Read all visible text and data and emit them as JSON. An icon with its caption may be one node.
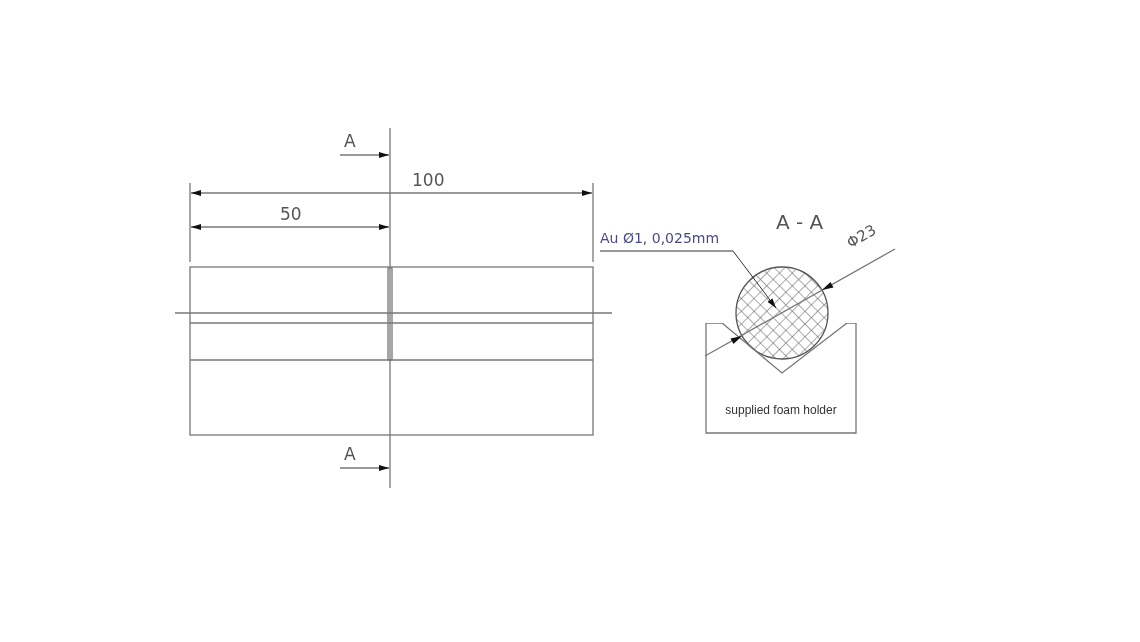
{
  "diagram": {
    "nodes": [
      {
        "text": [
          "Au Ø1, 0,025mm"
        ]
      },
      {
        "text": [],
        "shape": "circle"
      },
      {
        "text": [
          "supplied foam holder"
        ]
      }
    ],
    "edges": [
      {
        "from": 0,
        "to": 1,
        "arrow": "to"
      }
    ],
    "labels": [
      "A",
      "100",
      "50",
      "A - A",
      "Φ23",
      "A"
    ]
  }
}
